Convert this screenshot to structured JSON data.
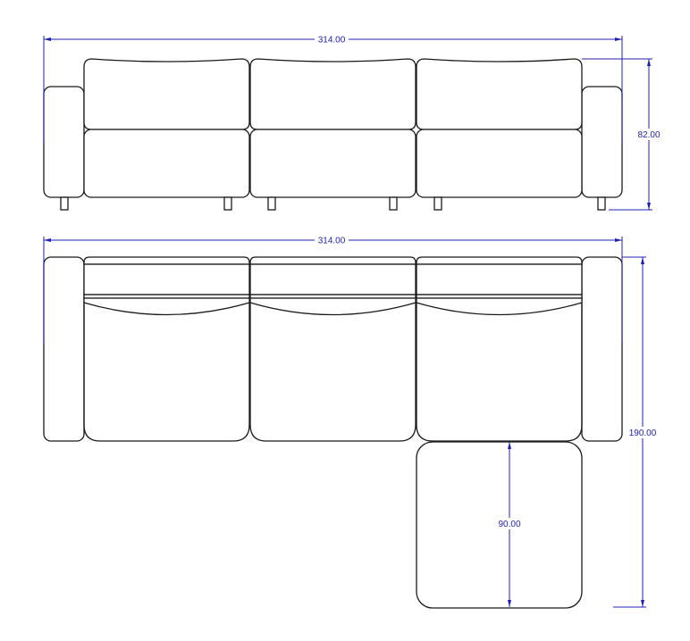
{
  "colors": {
    "outline": "#1a1a1a",
    "dimension": "#1f1fb4"
  },
  "dimensions": {
    "front_width": "314.00",
    "front_height": "82.00",
    "top_width": "314.00",
    "total_depth": "190.00",
    "chaise_depth": "90.00"
  }
}
